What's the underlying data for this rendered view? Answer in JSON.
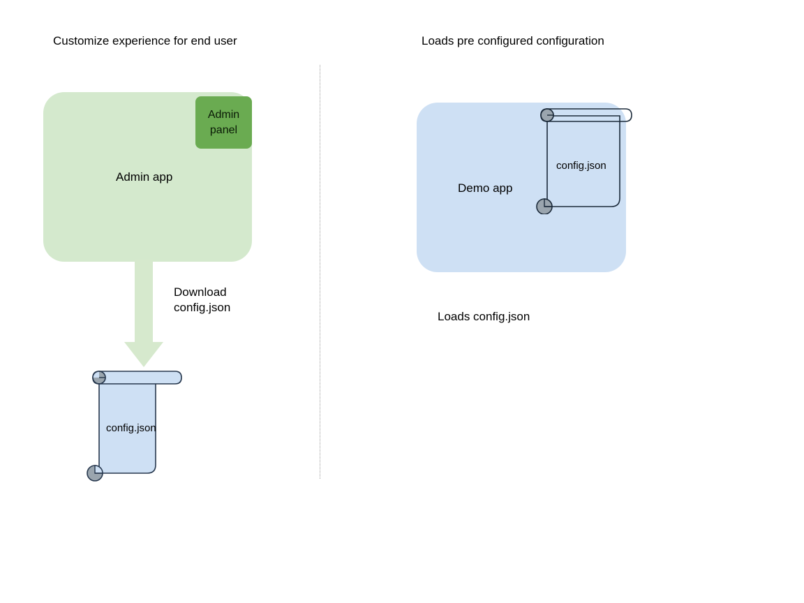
{
  "diagram": {
    "type": "flow-diagram",
    "background": "#ffffff",
    "panels": [
      {
        "id": "left",
        "title": "Customize experience for end user"
      },
      {
        "id": "right",
        "title": "Loads pre configured configuration"
      }
    ]
  },
  "left_panel": {
    "title": "Customize experience for end user",
    "app_box": {
      "label": "Admin app",
      "fill": "#d4e9cd"
    },
    "admin_panel": {
      "label": "Admin\npanel",
      "fill": "#6aab51"
    },
    "arrow": {
      "label": "Download\nconfig.json",
      "fill": "#d6e9cd",
      "direction": "down"
    },
    "file": {
      "name": "config.json",
      "fill": "#cee0f4",
      "stroke": "#26374d",
      "curl_fill": "#9aa5ae"
    }
  },
  "right_panel": {
    "title": "Loads pre configured configuration",
    "app_box": {
      "label": "Demo app",
      "fill": "#cee0f4"
    },
    "file": {
      "name": "config.json",
      "fill": "transparent",
      "stroke": "#1b2a3a",
      "curl_fill": "#9aa5ae"
    },
    "caption": "Loads config.json"
  },
  "divider": {
    "style": "dotted",
    "color": "#9a9a9a"
  },
  "colors": {
    "light_green": "#d4e9cd",
    "dark_green": "#6aab51",
    "light_blue": "#cee0f4",
    "arrow_green": "#d6e9cd",
    "outline": "#26374d",
    "curl_gray": "#9aa5ae",
    "text": "#000000"
  }
}
